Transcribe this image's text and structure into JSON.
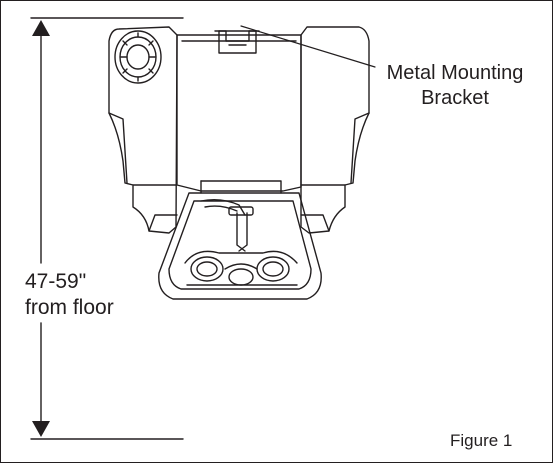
{
  "callout": {
    "line1": "Metal Mounting",
    "line2": "Bracket"
  },
  "height_label": {
    "line1": "47-59\"",
    "line2": "from floor"
  },
  "figure_label": "Figure 1",
  "colors": {
    "ink": "#231f20",
    "background": "#ffffff"
  }
}
